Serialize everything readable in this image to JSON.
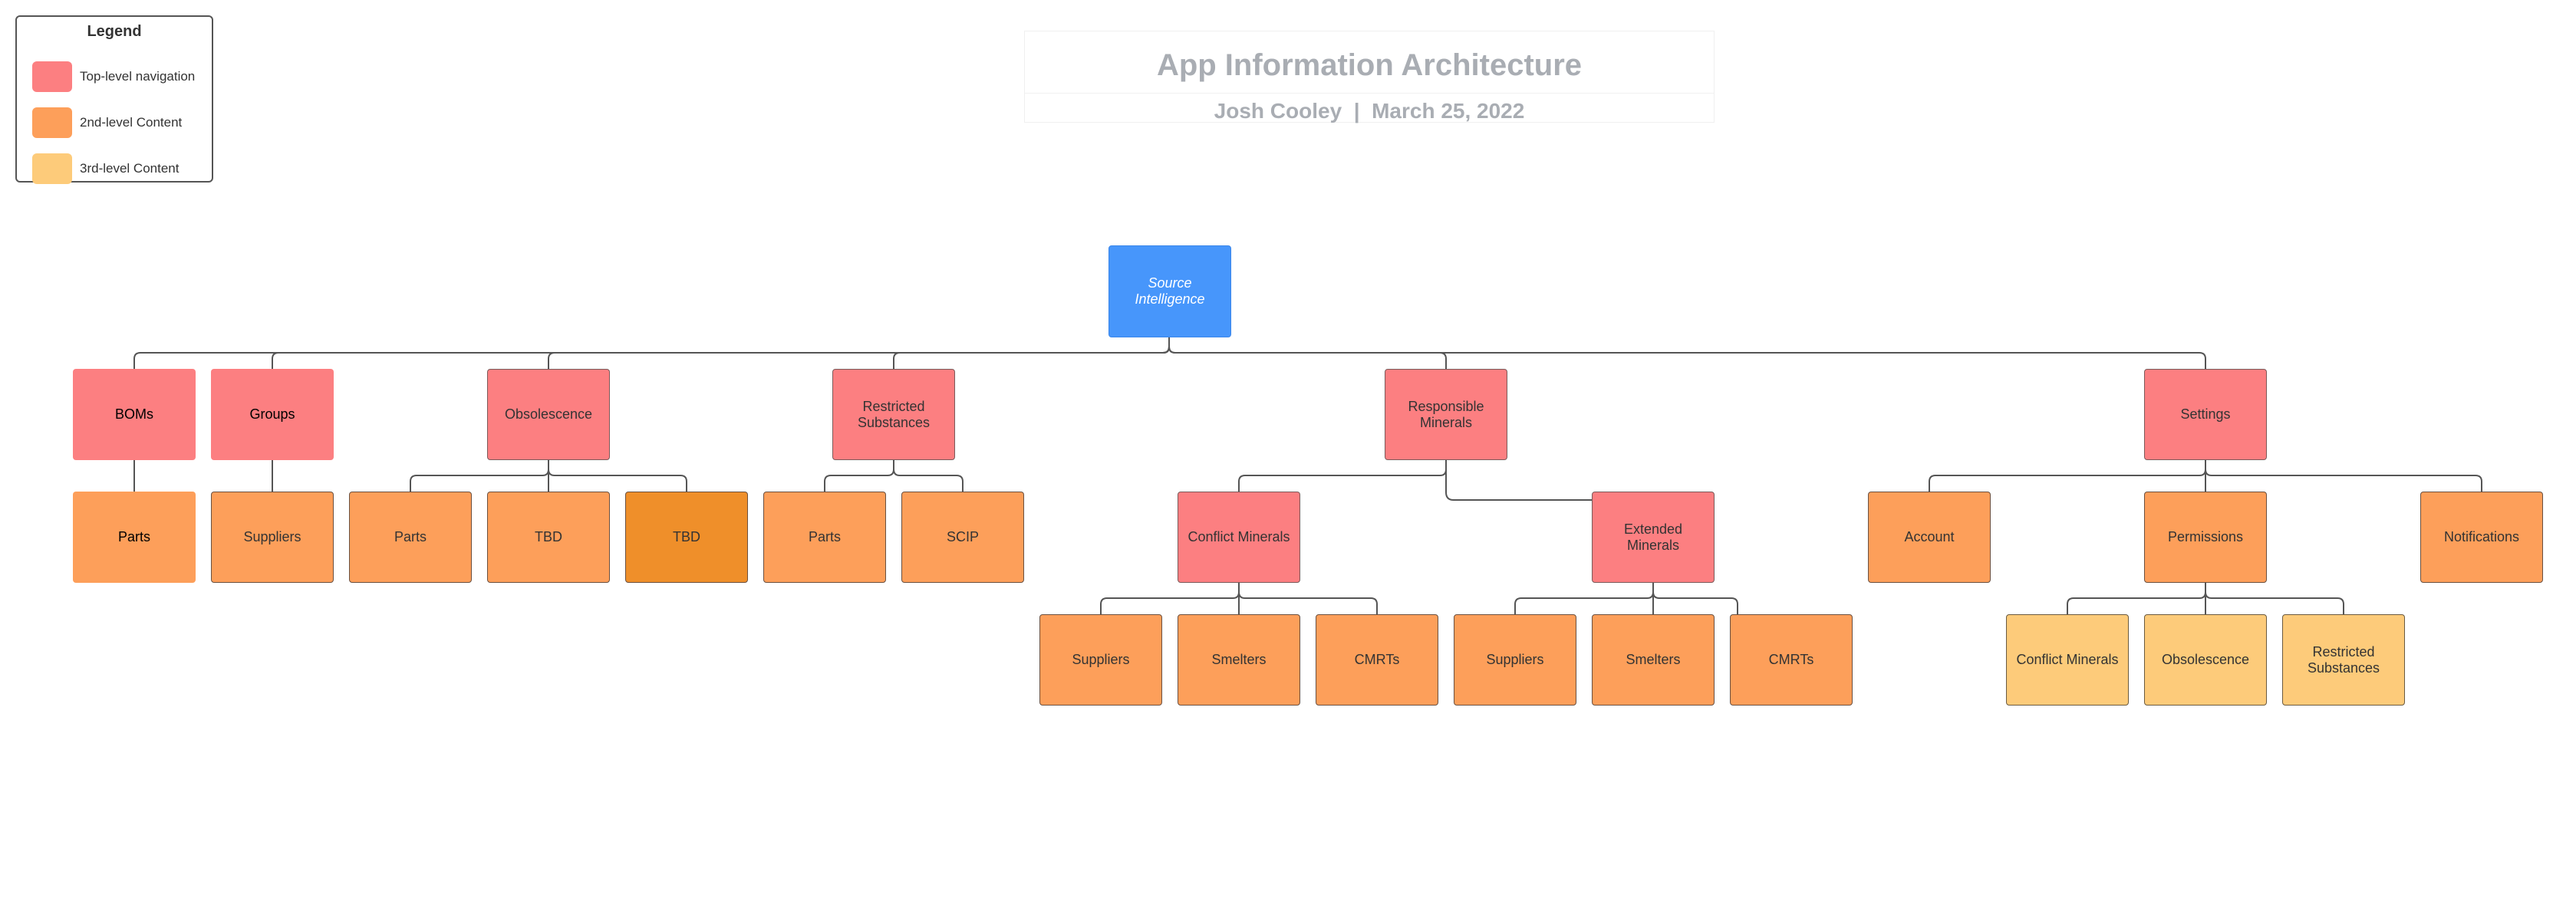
{
  "header": {
    "title": "App Information Architecture",
    "subtitle": "Josh Cooley  |  March 25, 2022"
  },
  "legend": {
    "title": "Legend",
    "items": [
      {
        "label": "Top-level navigation",
        "color": "#fc7f81"
      },
      {
        "label": "2nd-level Content",
        "color": "#fd9f5a"
      },
      {
        "label": "3rd-level Content",
        "color": "#fdcb7a"
      }
    ]
  },
  "colors": {
    "root": "#4796fb",
    "top_level": "#fc7f81",
    "second_level": "#fd9f5a",
    "second_level_highlight": "#ef8f2a",
    "third_level": "#fdcb7a",
    "connector": "#555555"
  },
  "tree": {
    "root": "Source Intelligence",
    "top": {
      "boms": "BOMs",
      "groups": "Groups",
      "obsolescence": "Obsolescence",
      "restricted": "Restricted Substances",
      "responsible": "Responsible Minerals",
      "settings": "Settings"
    },
    "second": {
      "boms_parts": "Parts",
      "groups_suppliers": "Suppliers",
      "obs_parts": "Parts",
      "obs_tbd1": "TBD",
      "obs_tbd2": "TBD",
      "rs_parts": "Parts",
      "rs_scip": "SCIP",
      "rm_conflict": "Conflict Minerals",
      "rm_extended": "Extended Minerals",
      "set_account": "Account",
      "set_permissions": "Permissions",
      "set_notifications": "Notifications"
    },
    "third": {
      "cm_suppliers": "Suppliers",
      "cm_smelters": "Smelters",
      "cm_cmrts": "CMRTs",
      "em_suppliers": "Suppliers",
      "em_smelters": "Smelters",
      "em_cmrts": "CMRTs",
      "perm_conflict": "Conflict Minerals",
      "perm_obsolescence": "Obsolescence",
      "perm_restricted": "Restricted Substances"
    }
  }
}
